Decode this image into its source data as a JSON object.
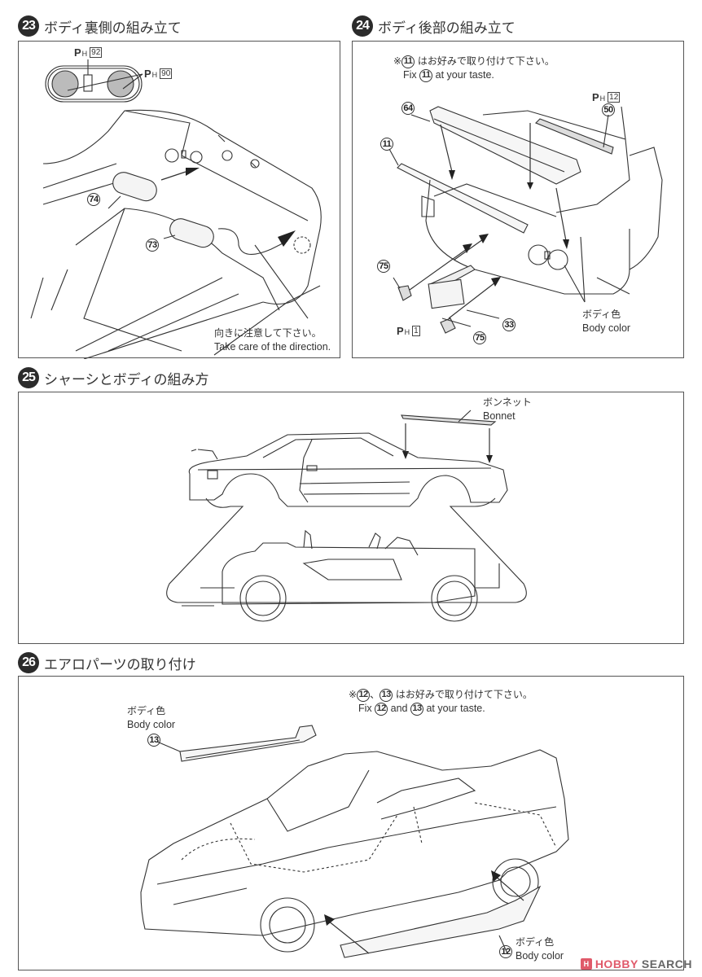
{
  "steps": [
    {
      "number": "23",
      "title": "ボディ裏側の組み立て",
      "parts": [
        "74",
        "73"
      ],
      "paint_refs": [
        {
          "code": "92"
        },
        {
          "code": "90"
        }
      ],
      "note_jp": "向きに注意して下さい。",
      "note_en": "Take care of the direction."
    },
    {
      "number": "24",
      "title": "ボディ後部の組み立て",
      "note_jp_prefix": "※",
      "note_part": "11",
      "note_jp": "はお好みで取り付けて下さい。",
      "note_en_prefix": "Fix",
      "note_en_suffix": "at your taste.",
      "parts": [
        "64",
        "11",
        "50",
        "75",
        "33",
        "75"
      ],
      "paint_refs": [
        {
          "code": "12"
        },
        {
          "code": "1"
        }
      ],
      "body_color_jp": "ボディ色",
      "body_color_en": "Body color"
    },
    {
      "number": "25",
      "title": "シャーシとボディの組み方",
      "bonnet_jp": "ボンネット",
      "bonnet_en": "Bonnet"
    },
    {
      "number": "26",
      "title": "エアロパーツの取り付け",
      "note_jp_prefix": "※",
      "note_parts": [
        "12",
        "13"
      ],
      "note_jp_sep": "、",
      "note_jp": "はお好みで取り付けて下さい。",
      "note_en_prefix": "Fix",
      "note_en_and": "and",
      "note_en_suffix": "at your taste.",
      "parts": [
        "13",
        "12"
      ],
      "body_color_jp": "ボディ色",
      "body_color_en": "Body color"
    }
  ],
  "paint_prefix": "P",
  "paint_sub": "H",
  "watermark": {
    "logo": "H",
    "brand": "HOBBY",
    "suffix": "SEARCH",
    "brand_color": "#e05a6a"
  }
}
